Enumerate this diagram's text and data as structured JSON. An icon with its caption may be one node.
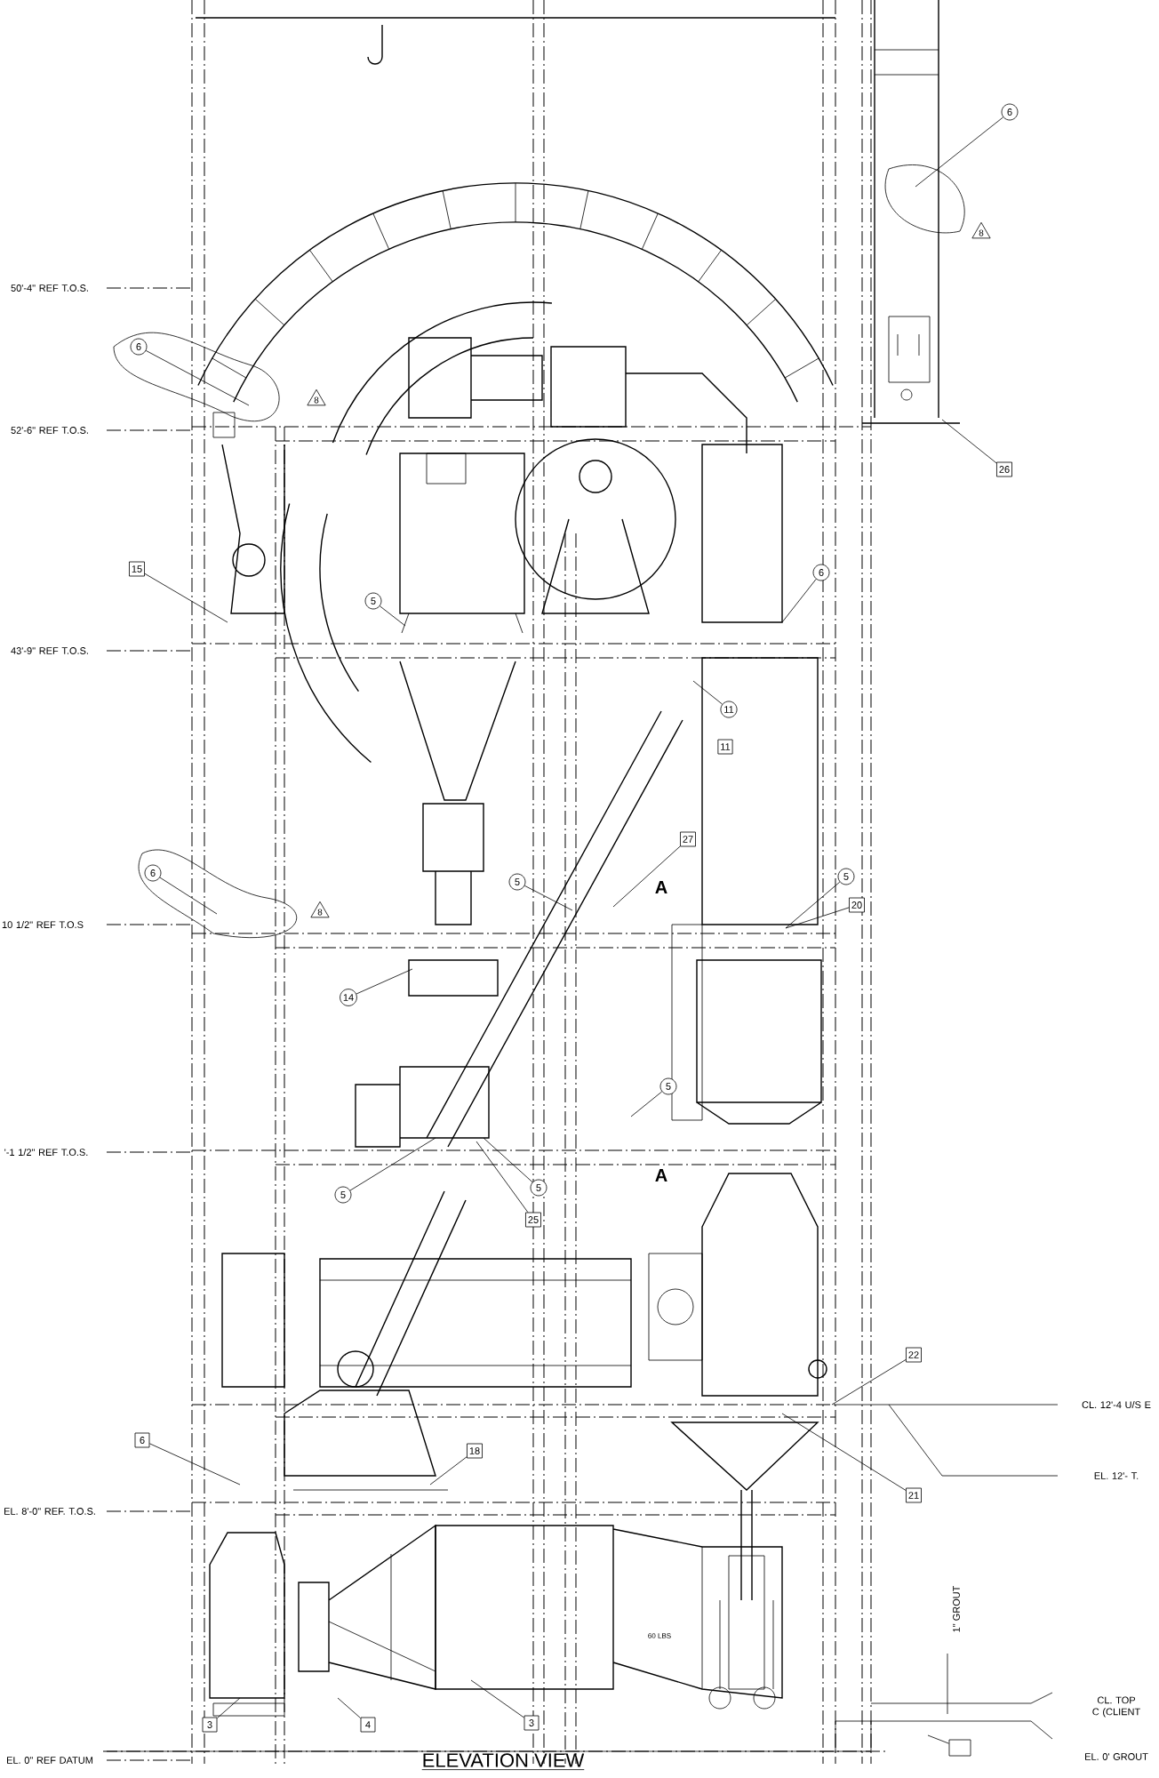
{
  "diagram": {
    "title": "ELEVATION VIEW",
    "nodes": [
      {
        "text": [
          "6"
        ]
      },
      {
        "text": [
          "6"
        ]
      },
      {
        "text": [
          "26"
        ]
      },
      {
        "text": [
          "15"
        ]
      },
      {
        "text": [
          "5"
        ]
      },
      {
        "text": [
          "6"
        ]
      },
      {
        "text": [
          "11"
        ]
      },
      {
        "text": [
          "11"
        ]
      },
      {
        "text": [
          "27"
        ]
      },
      {
        "text": [
          "5"
        ]
      },
      {
        "text": [
          "5"
        ]
      },
      {
        "text": [
          "20"
        ]
      },
      {
        "text": [
          "6"
        ]
      },
      {
        "text": [
          "14"
        ]
      },
      {
        "text": [
          "5"
        ]
      },
      {
        "text": [
          "5"
        ]
      },
      {
        "text": [
          "5"
        ]
      },
      {
        "text": [
          "25"
        ]
      },
      {
        "text": [
          "6"
        ]
      },
      {
        "text": [
          "18"
        ]
      },
      {
        "text": [
          "22"
        ]
      },
      {
        "text": [
          "21"
        ]
      },
      {
        "text": [
          "3"
        ]
      },
      {
        "text": [
          "4"
        ]
      },
      {
        "text": [
          "3"
        ]
      },
      {
        "text": [],
        "shape": "box"
      }
    ],
    "edges": [
      {
        "from": 0,
        "to": null,
        "arrow": "none"
      },
      {
        "from": 1,
        "to": null,
        "arrow": "none"
      },
      {
        "from": 2,
        "to": null,
        "arrow": "none"
      },
      {
        "from": 3,
        "to": null,
        "arrow": "none"
      },
      {
        "from": 4,
        "to": null,
        "arrow": "none"
      },
      {
        "from": 5,
        "to": null,
        "arrow": "none"
      },
      {
        "from": 6,
        "to": null,
        "arrow": "none"
      },
      {
        "from": 8,
        "to": null,
        "arrow": "none"
      },
      {
        "from": 9,
        "to": null,
        "arrow": "none"
      },
      {
        "from": 10,
        "to": null,
        "arrow": "none"
      },
      {
        "from": 11,
        "to": null,
        "arrow": "none"
      },
      {
        "from": 12,
        "to": null,
        "arrow": "none"
      },
      {
        "from": 13,
        "to": null,
        "arrow": "none"
      },
      {
        "from": 14,
        "to": null,
        "arrow": "none"
      },
      {
        "from": 15,
        "to": null,
        "arrow": "none"
      },
      {
        "from": 16,
        "to": null,
        "arrow": "none"
      },
      {
        "from": 17,
        "to": null,
        "arrow": "none"
      },
      {
        "from": 18,
        "to": null,
        "arrow": "none"
      },
      {
        "from": 19,
        "to": null,
        "arrow": "none"
      },
      {
        "from": 20,
        "to": null,
        "arrow": "none"
      },
      {
        "from": 21,
        "to": null,
        "arrow": "none"
      },
      {
        "from": 22,
        "to": null,
        "arrow": "none"
      },
      {
        "from": 23,
        "to": null,
        "arrow": "none"
      },
      {
        "from": 24,
        "to": null,
        "arrow": "none"
      },
      {
        "from": 25,
        "to": null,
        "arrow": "none"
      }
    ],
    "labels": [
      "50'-4\" REF T.O.S.",
      "52'-6\" REF T.O.S.",
      "43'-9\" REF T.O.S.",
      "10 1/2\" REF T.O.S",
      "'-1 1/2\" REF T.O.S.",
      "EL. 8'-0\" REF. T.O.S.",
      "EL. 0\" REF DATUM",
      "8",
      "8",
      "8",
      "A",
      "A",
      "60 LBS",
      "CL. 12'-4 U/S E",
      "EL. 12'- T.",
      "1\" GROUT",
      "CL. TOP C (CLIENT",
      "EL. 0' GROUT"
    ]
  }
}
